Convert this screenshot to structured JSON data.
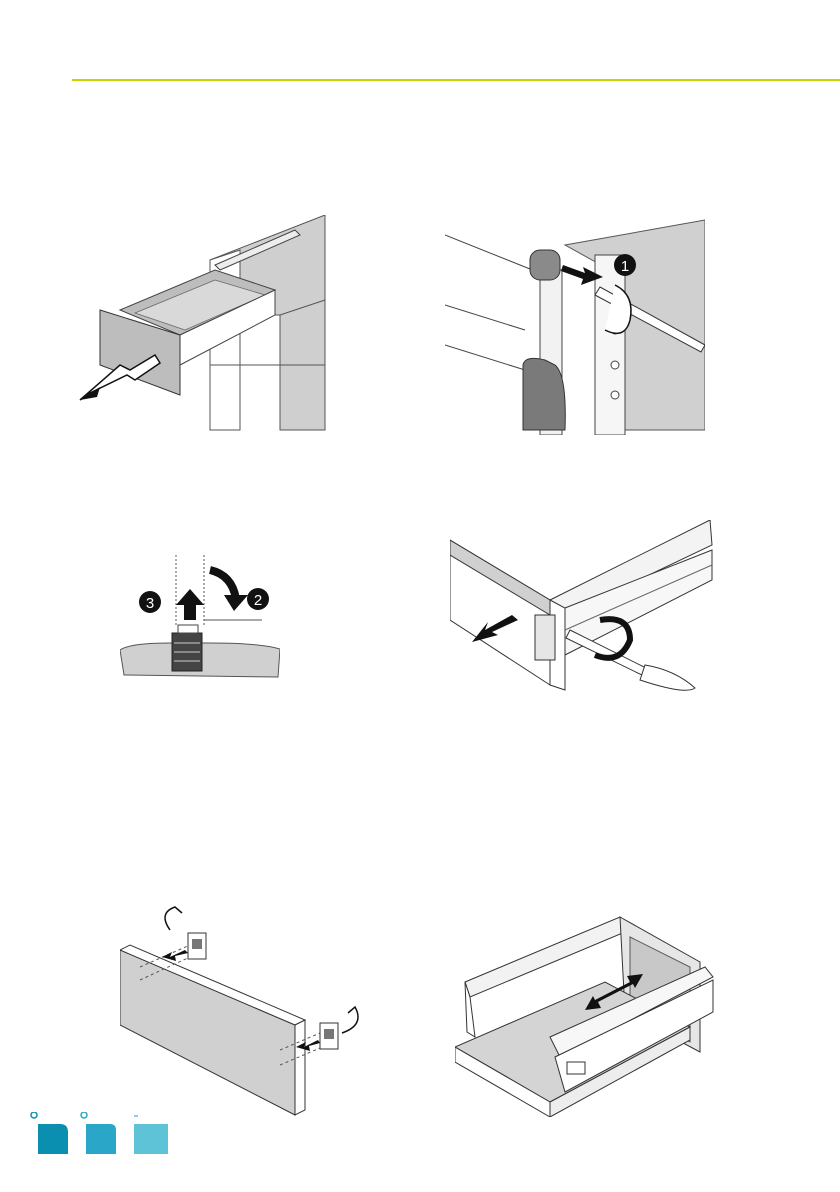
{
  "page": {
    "accent_rule_color": "#c8d400",
    "brand_colors": [
      "#0a8fb0",
      "#2aa7c8",
      "#5fc3d8"
    ]
  },
  "figures": [
    {
      "id": "drawer-pull-out",
      "icon": "arrow-pull-icon"
    },
    {
      "id": "cap-screw-step",
      "icon": "rotate-arrow-icon",
      "step_labels": [
        "1"
      ]
    },
    {
      "id": "dowel-release",
      "icon": "arrow-up-icon",
      "step_labels": [
        "2",
        "3"
      ]
    },
    {
      "id": "runner-screw-adjust",
      "icon": "rotate-arrow-icon"
    },
    {
      "id": "front-panel-clips",
      "icon": "rotate-arrow-icon"
    },
    {
      "id": "drawer-bottom-insert",
      "icon": "double-arrow-icon"
    }
  ]
}
